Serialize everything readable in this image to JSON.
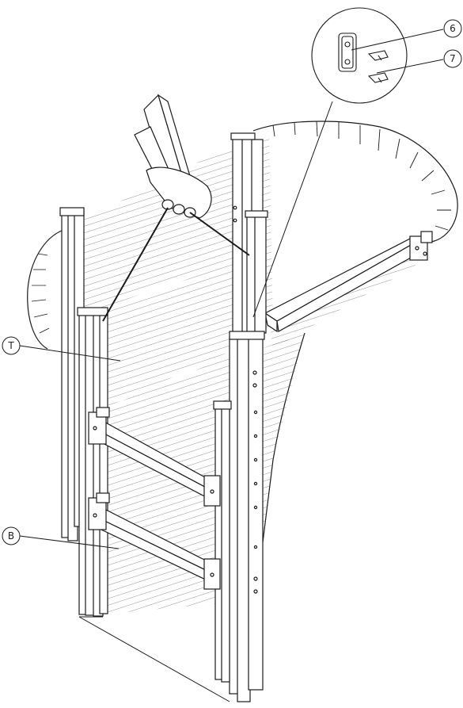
{
  "callouts": {
    "part_6": "6",
    "part_7": "7",
    "part_t": "T",
    "part_b": "B"
  },
  "style": {
    "line_color": "#1a1a1a",
    "hatch_color": "#555555",
    "background": "#ffffff"
  }
}
